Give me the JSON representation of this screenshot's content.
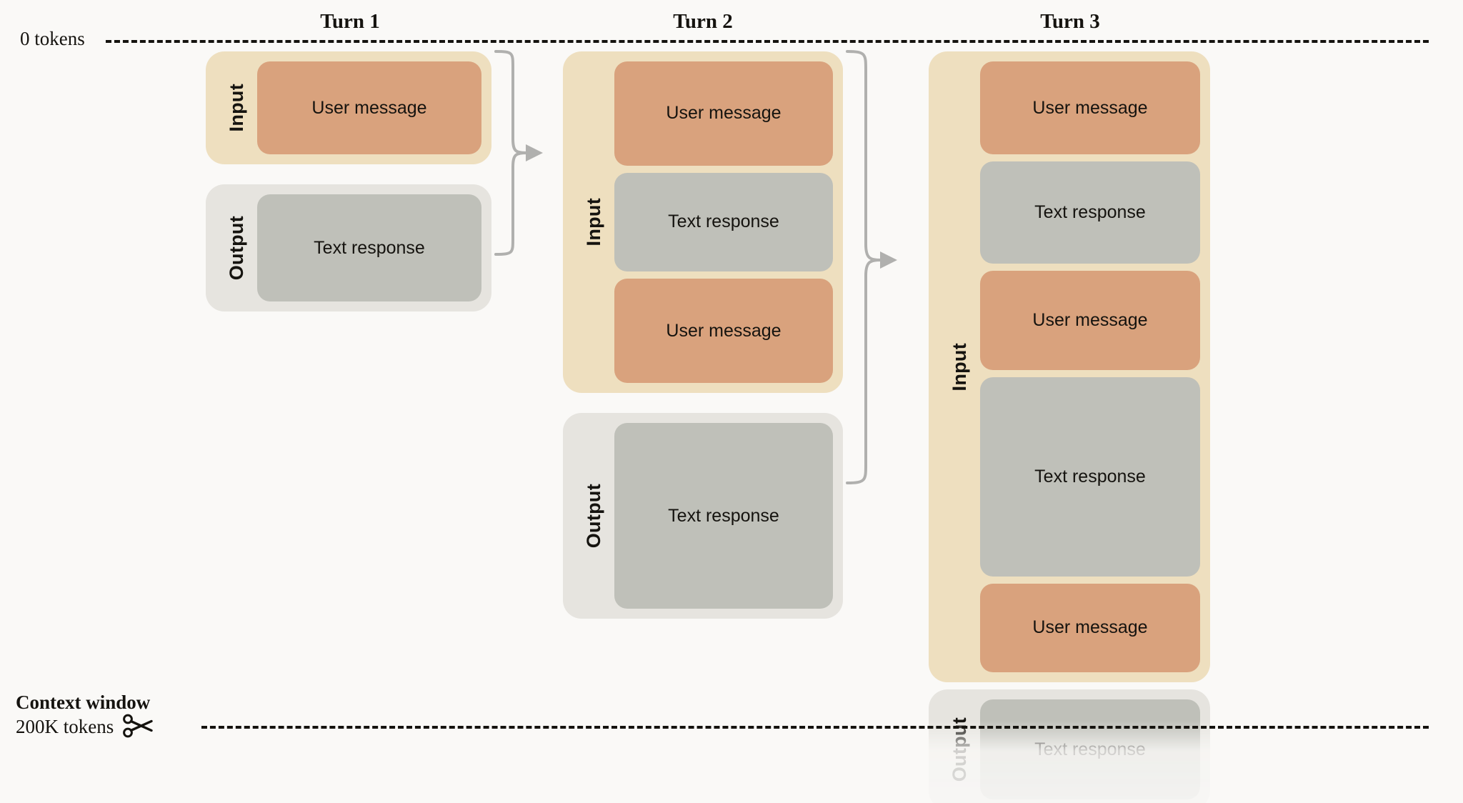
{
  "page": {
    "background_color": "#faf9f7",
    "top_axis_label": "0 tokens",
    "context_window_title": "Context window",
    "context_window_value": "200K tokens",
    "scissors_icon_name": "scissors-icon"
  },
  "colors": {
    "input_container": "#eedfbf",
    "output_container": "#e6e4df",
    "user_message_block": "#d9a27d",
    "text_response_block": "#bfc0b9",
    "dashed_line": "#15130f",
    "connector": "#b0b0ae"
  },
  "labels": {
    "input": "Input",
    "output": "Output",
    "user_message": "User message",
    "text_response": "Text response"
  },
  "turns": [
    {
      "title": "Turn 1",
      "input": {
        "label": "Input",
        "blocks": [
          {
            "kind": "user",
            "label": "User message"
          }
        ]
      },
      "output": {
        "label": "Output",
        "blocks": [
          {
            "kind": "text",
            "label": "Text response"
          }
        ]
      }
    },
    {
      "title": "Turn 2",
      "input": {
        "label": "Input",
        "blocks": [
          {
            "kind": "user",
            "label": "User message"
          },
          {
            "kind": "text",
            "label": "Text response"
          },
          {
            "kind": "user",
            "label": "User message"
          }
        ]
      },
      "output": {
        "label": "Output",
        "blocks": [
          {
            "kind": "text",
            "label": "Text response"
          }
        ]
      }
    },
    {
      "title": "Turn 3",
      "input": {
        "label": "Input",
        "blocks": [
          {
            "kind": "user",
            "label": "User message"
          },
          {
            "kind": "text",
            "label": "Text response"
          },
          {
            "kind": "user",
            "label": "User message"
          },
          {
            "kind": "text",
            "label": "Text response"
          },
          {
            "kind": "user",
            "label": "User message"
          }
        ]
      },
      "output": {
        "label": "Output",
        "blocks": [
          {
            "kind": "text",
            "label": "Text response"
          }
        ]
      }
    }
  ]
}
